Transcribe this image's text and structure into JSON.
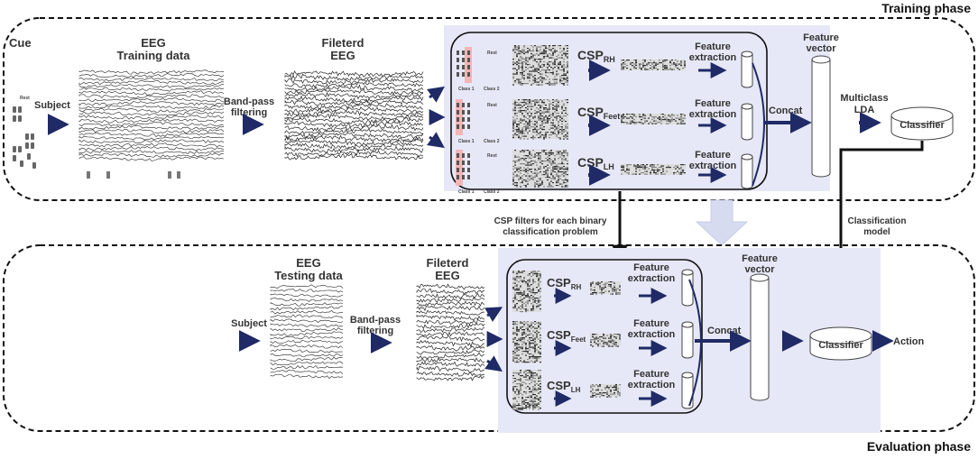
{
  "training": {
    "phase": "Training phase",
    "cue": "Cue",
    "rest": "Rest",
    "subject": "Subject",
    "eeg": "EEG",
    "training_data": "Training data",
    "bandpass_1": "Band-pass",
    "bandpass_2": "filtering",
    "filtered_1": "Fileterd",
    "filtered_2": "EEG",
    "class1": "Class 1",
    "class2": "Class 2",
    "csp": "CSP",
    "csp_rh": "RH",
    "csp_feet": "Feet",
    "csp_lh": "LH",
    "fe_1": "Feature",
    "fe_2": "extraction",
    "concat": "Concat",
    "fv_1": "Feature",
    "fv_2": "vector",
    "lda_1": "Multiclass",
    "lda_2": "LDA",
    "classifier": "Classifier"
  },
  "links": {
    "csp_filters_1": "CSP filters for each binary",
    "csp_filters_2": "classification problem",
    "model_1": "Classification",
    "model_2": "model"
  },
  "evaluation": {
    "phase": "Evaluation phase",
    "subject": "Subject",
    "eeg": "EEG",
    "testing_data": "Testing data",
    "bandpass_1": "Band-pass",
    "bandpass_2": "filtering",
    "filtered_1": "Fileterd",
    "filtered_2": "EEG",
    "csp": "CSP",
    "csp_rh": "RH",
    "csp_feet": "Feet",
    "csp_lh": "LH",
    "fe_1": "Feature",
    "fe_2": "extraction",
    "concat": "Concat",
    "fv_1": "Feature",
    "fv_2": "vector",
    "classifier": "Classifier",
    "action": "Action"
  },
  "colors": {
    "arrow": "#1f2a66",
    "panel": "#e6e8f7",
    "dash": "#111111",
    "trace": "#222222",
    "highlight": "#f3b5b5"
  },
  "icons": [
    "hand-icon",
    "foot-icon",
    "eeg-trace-icon",
    "spectrogram-icon",
    "cylinder-icon"
  ]
}
